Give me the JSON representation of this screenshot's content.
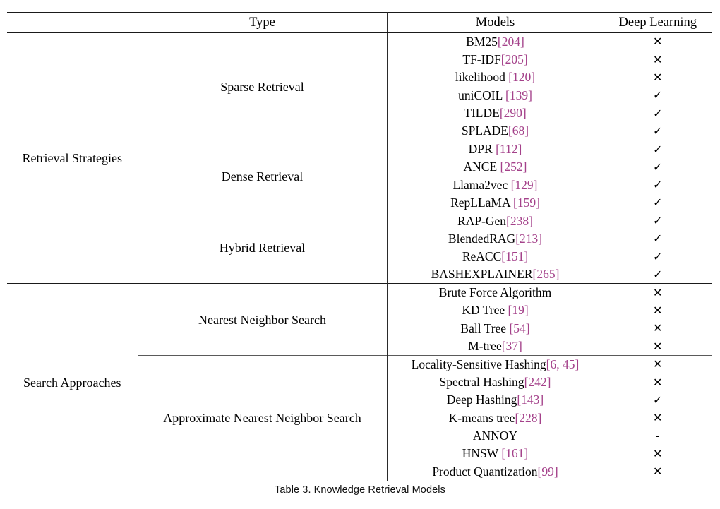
{
  "caption": {
    "number": "Table 3.",
    "title": "Knowledge Retrieval Models"
  },
  "colors": {
    "citation": "#a4418a",
    "rule_major": "#1a1a1a",
    "rule_sub": "#5a5a5a",
    "text": "#000000",
    "background": "#ffffff"
  },
  "header": {
    "category": "",
    "type": "Type",
    "models": "Models",
    "deep_learning": "Deep Learning"
  },
  "marks": {
    "check": "✓",
    "cross": "✕",
    "dash": "-"
  },
  "sections": [
    {
      "category": "Retrieval Strategies",
      "groups": [
        {
          "type": "Sparse Retrieval",
          "rows": [
            {
              "model": "BM25",
              "cite": "[204]",
              "sep": "",
              "deep_learning": "cross"
            },
            {
              "model": "TF-IDF",
              "cite": "[205]",
              "sep": "",
              "deep_learning": "cross"
            },
            {
              "model": "likelihood",
              "cite": "[120]",
              "sep": " ",
              "deep_learning": "cross"
            },
            {
              "model": "uniCOIL",
              "cite": "[139]",
              "sep": " ",
              "deep_learning": "check"
            },
            {
              "model": "TILDE",
              "cite": "[290]",
              "sep": "",
              "deep_learning": "check"
            },
            {
              "model": "SPLADE",
              "cite": "[68]",
              "sep": "",
              "deep_learning": "check"
            }
          ]
        },
        {
          "type": "Dense Retrieval",
          "rows": [
            {
              "model": "DPR",
              "cite": "[112]",
              "sep": " ",
              "deep_learning": "check"
            },
            {
              "model": "ANCE",
              "cite": "[252]",
              "sep": " ",
              "deep_learning": "check"
            },
            {
              "model": "Llama2vec",
              "cite": "[129]",
              "sep": " ",
              "deep_learning": "check"
            },
            {
              "model": "RepLLaMA",
              "cite": "[159]",
              "sep": " ",
              "deep_learning": "check"
            }
          ]
        },
        {
          "type": "Hybrid Retrieval",
          "rows": [
            {
              "model": "RAP-Gen",
              "cite": "[238]",
              "sep": "",
              "deep_learning": "check"
            },
            {
              "model": "BlendedRAG",
              "cite": "[213]",
              "sep": "",
              "deep_learning": "check"
            },
            {
              "model": "ReACC",
              "cite": "[151]",
              "sep": "",
              "deep_learning": "check"
            },
            {
              "model": "BASHEXPLAINER",
              "cite": "[265]",
              "sep": "",
              "deep_learning": "check"
            }
          ]
        }
      ]
    },
    {
      "category": "Search Approaches",
      "groups": [
        {
          "type": "Nearest Neighbor Search",
          "rows": [
            {
              "model": "Brute Force Algorithm",
              "cite": "",
              "sep": "",
              "deep_learning": "cross"
            },
            {
              "model": "KD Tree",
              "cite": "[19]",
              "sep": " ",
              "deep_learning": "cross"
            },
            {
              "model": "Ball Tree",
              "cite": "[54]",
              "sep": " ",
              "deep_learning": "cross"
            },
            {
              "model": "M-tree",
              "cite": "[37]",
              "sep": "",
              "deep_learning": "cross"
            }
          ]
        },
        {
          "type": "Approximate Nearest Neighbor Search",
          "rows": [
            {
              "model": "Locality-Sensitive Hashing",
              "cite": "[6, 45]",
              "sep": "",
              "deep_learning": "cross"
            },
            {
              "model": "Spectral Hashing",
              "cite": "[242]",
              "sep": "",
              "deep_learning": "cross"
            },
            {
              "model": "Deep Hashing",
              "cite": "[143]",
              "sep": "",
              "deep_learning": "check"
            },
            {
              "model": "K-means tree",
              "cite": "[228]",
              "sep": "",
              "deep_learning": "cross"
            },
            {
              "model": "ANNOY",
              "cite": "",
              "sep": "",
              "deep_learning": "dash"
            },
            {
              "model": "HNSW",
              "cite": "[161]",
              "sep": " ",
              "deep_learning": "cross"
            },
            {
              "model": "Product Quantization",
              "cite": "[99]",
              "sep": "",
              "deep_learning": "cross"
            }
          ]
        }
      ]
    }
  ]
}
